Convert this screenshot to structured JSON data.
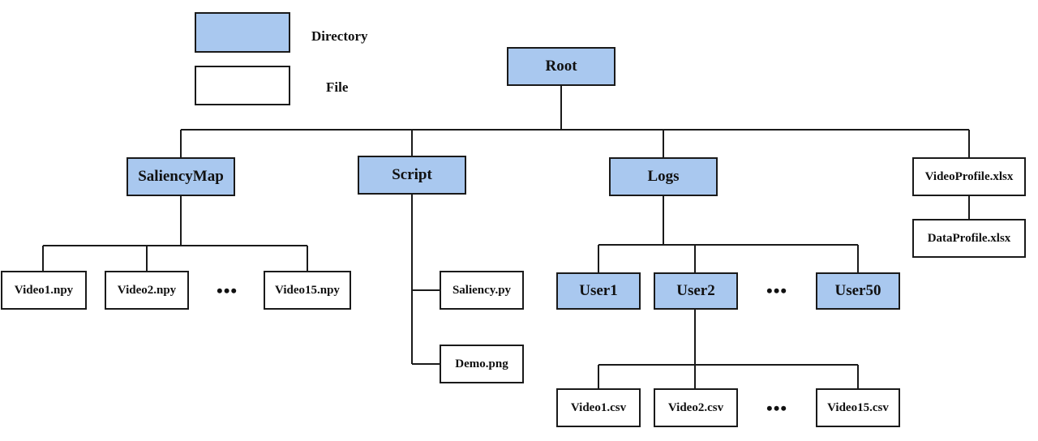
{
  "legend": {
    "directory_label": "Directory",
    "file_label": "File",
    "directory_color": "#a9c8ef",
    "file_color": "#ffffff"
  },
  "tree": {
    "root": "Root",
    "saliency_map": {
      "label": "SaliencyMap",
      "children": [
        "Video1.npy",
        "Video2.npy",
        "Video15.npy"
      ],
      "ellipsis": "•••"
    },
    "script": {
      "label": "Script",
      "children": [
        "Saliency.py",
        "Demo.png"
      ]
    },
    "logs": {
      "label": "Logs",
      "users": [
        "User1",
        "User2",
        "User50"
      ],
      "users_ellipsis": "•••",
      "user2_children": [
        "Video1.csv",
        "Video2.csv",
        "Video15.csv"
      ],
      "csv_ellipsis": "•••"
    },
    "video_profile": "VideoProfile.xlsx",
    "data_profile": "DataProfile.xlsx"
  }
}
